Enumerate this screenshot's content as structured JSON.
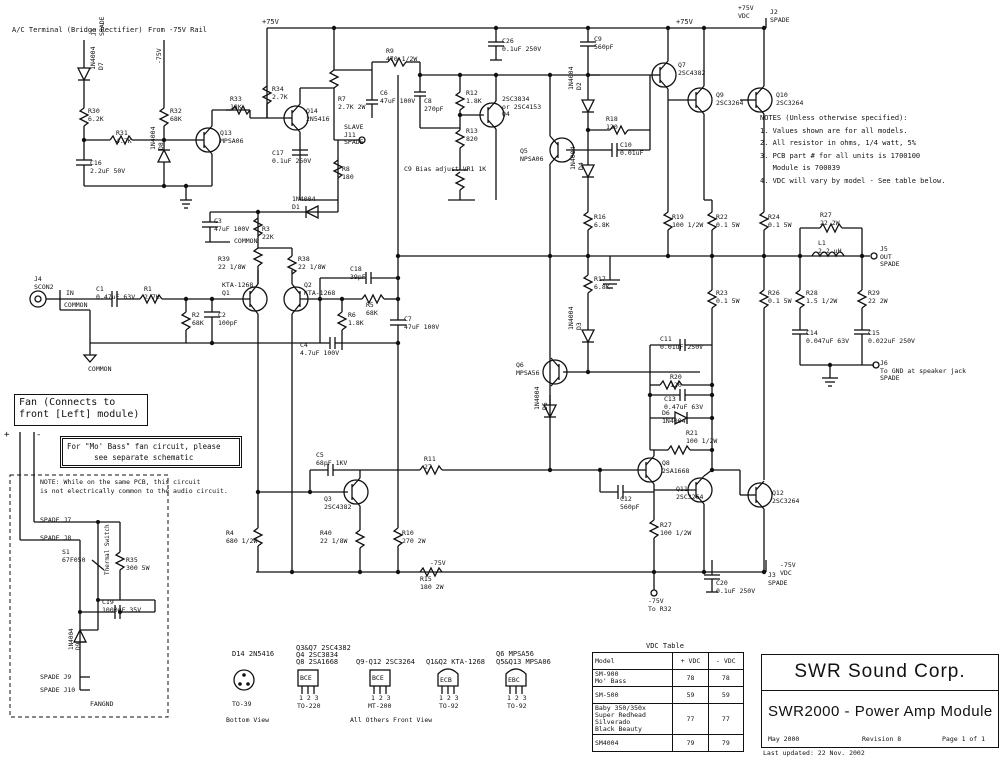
{
  "header": {
    "ac_terminal": "A/C Terminal (Bridge Rectifier)",
    "from_rail": "From -75V Rail",
    "j1": "J1\nSPADE",
    "v75_top": "+75V",
    "v75_top2": "+75V",
    "v75_vdc_top": "+75V\nVDC",
    "j2": "J2\nSPADE"
  },
  "components": {
    "d7": "1N4004\nD7",
    "r30": "R30\n6.2K",
    "r31": "R31\n4.7K",
    "c16": "C16\n2.2uF 50V",
    "m75": "-75V",
    "r32": "R32\n68K",
    "d8": "1N4004\nD8",
    "q13": "Q13\nMPSA06",
    "r33": "R33\n18K",
    "r34": "R34\n2.7K",
    "q14": "Q14\n2N5416",
    "c17": "C17\n0.1uF 250V",
    "r7": "R7\n2.7K 2W",
    "c6": "C6\n47uF 100V",
    "r9": "R9\n470 1/2W",
    "j11": "SLAVE\nJ11\nSPADE",
    "r8": "R8\n180",
    "d1": "1N4004\nD1",
    "c26": "C26\n0.1uF 250V",
    "c8": "C8\n270pF",
    "r12": "R12\n1.8K",
    "r13": "R13\n820",
    "q4": "2SC3834\nor 2SC4153\nQ4",
    "vr1": "C9 Bias adjust VR1 1K",
    "q5": "Q5\nNPSA06",
    "c9": "C9\n560pF",
    "q7": "Q7\n2SC4382",
    "q9": "Q9\n2SC3264",
    "q10": "Q10\n2SC3264",
    "d2": "1N4004\nD2",
    "r18": "R18\n120",
    "c10": "C10\n0.01uF",
    "d4": "1N4004\nD4",
    "r16": "R16\n6.8K",
    "r17": "R17\n6.8K",
    "r19": "R19\n100 1/2W",
    "r22": "R22\n0.1 5W",
    "r24": "R24\n0.1 5W",
    "r27": "R27\n22 2W",
    "l1": "L1\n2.2 uH",
    "j5": "J5\nOUT\nSPADE",
    "r28": "R28\n1.5 1/2W",
    "r29": "R29\n22 2W",
    "c14": "C14\n0.047uF 63V",
    "c15": "C15\n0.022uF 250V",
    "j6": "J6\nTo GND at speaker jack\nSPADE",
    "c3": "C3\n47uF 100V",
    "r3": "R3\n22K",
    "common1": "COMMON",
    "r39": "R39\n22 1/8W",
    "r38": "R38\n22 1/8W",
    "q1": "KTA-1268\nQ1",
    "q2": "Q2\nKTA-1268",
    "c18": "C18\n39pF",
    "r5": "R5\n68K",
    "r6": "R6\n1.8K",
    "c7": "C7\n47uF 100V",
    "c4": "C4\n4.7uF 100V",
    "j4": "J4\nSCON2",
    "in": "IN",
    "common_in": "COMMON",
    "c1": "C1\n0.47uF 63V",
    "r1": "R1\n2.7K",
    "r2": "R2\n68K",
    "c2": "C2\n100pF",
    "common2": "COMMON",
    "r23": "R23\n0.1 5W",
    "r26": "R26\n0.1 5W",
    "d3": "1N4004\nD3",
    "c11": "C11\n0.01uF 250V",
    "r20": "R20\n120",
    "q6": "Q6\nMPSA56",
    "c13": "C13\n0.47uF 63V",
    "d6": "D6\n1N4004",
    "r21": "R21\n100 1/2W",
    "d5": "1N4004\nD5",
    "c5": "C5\n68pF 1KV",
    "r11": "R11\n27",
    "q3": "Q3\n2SC4382",
    "q8": "Q8\n2SA1668",
    "c12": "C12\n560pF",
    "q11": "Q11\n2SC3264",
    "q12": "Q12\n2SC3264",
    "r4": "R4\n680 1/2W",
    "r40": "R40\n22 1/8W",
    "r10": "R10\n270 2W",
    "r27b": "R27\n100 1/2W",
    "r15": "R15\n180 2W",
    "m75b": "-75V",
    "j3": "J3\nSPADE",
    "m75vdc": "-75V\nVDC",
    "m75_r32": "-75V\nTo R32",
    "c20": "C20\n0.1uF 250V"
  },
  "fan": {
    "title": "Fan (Connects to\nfront [Left] module)",
    "plus": "+",
    "minus": "-",
    "mobass": "For \"Mo' Bass\" fan circuit, please\nsee separate schematic",
    "note": "NOTE: While on the same PCB, this circuit\nis not electrically common to the audio circuit.",
    "j7": "SPADE J7",
    "j8": "SPADE J8",
    "s1": "S1\n67F050",
    "thermo": "Thermal Switch",
    "r35": "R35\n300 5W",
    "c19": "C19\n1000uF 35V",
    "d9": "1N4004\nD9",
    "j9": "SPADE J9",
    "j10": "SPADE J10",
    "fangnd": "FANGND"
  },
  "notes": {
    "title": "NOTES (Unless otherwise specified):",
    "n1": "1. Values shown are for all models.",
    "n2": "2. All resistor in ohms, 1/4 watt, 5%",
    "n3": "3. PCB part # for all units is 1700100",
    "n3b": "   Module is 700039",
    "n4": "4. VDC will vary by model - See table below."
  },
  "pinouts": {
    "d14": "D14  2N5416",
    "q3q7": "Q3&Q7  2SC4382",
    "q4": "Q4  2SC3834",
    "q8": "Q8  2SA1668",
    "q9q12": "Q9-Q12  2SC3264",
    "q1q2": "Q1&Q2  KTA-1268",
    "q6": "Q6  MPSA56",
    "q5q13": "Q5&Q13  MPSA06",
    "to39": "TO-39",
    "bottom_view": "Bottom View",
    "to220": "TO-220",
    "mt200": "MT-200",
    "to92a": "TO-92",
    "to92b": "TO-92",
    "all_others": "All Others Front View",
    "bce1": "BCE",
    "bce2": "BCE",
    "ecb": "ECB",
    "ebc": "EBC",
    "pins": "1 2 3"
  },
  "vdc_table": {
    "title": "VDC Table",
    "headers": [
      "Model",
      "+ VDC",
      "- VDC"
    ],
    "rows": [
      [
        "SM-900\nMo' Bass",
        "78",
        "78"
      ],
      [
        "SM-500",
        "59",
        "59"
      ],
      [
        "Baby 350/350x\nSuper Redhead\nSilverado\nBlack Beauty",
        "77",
        "77"
      ],
      [
        "SM4004",
        "79",
        "79"
      ]
    ]
  },
  "titleblock": {
    "company": "SWR Sound Corp.",
    "title": "SWR2000 - Power Amp Module",
    "date": "May 2000",
    "revision": "Revision 8",
    "page": "Page  1 of 1",
    "updated": "Last updated: 22 Nov. 2002"
  }
}
